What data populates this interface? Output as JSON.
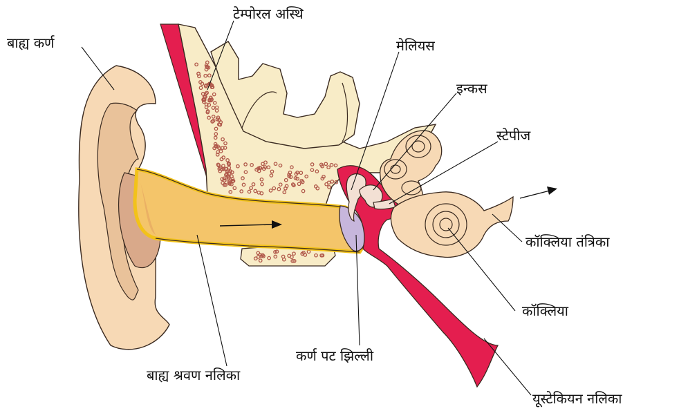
{
  "labels": {
    "outer_ear": "बाह्य कर्ण",
    "temporal_bone": "टेम्पोरल अस्थि",
    "malleus": "मेलियस",
    "incus": "इन्कस",
    "stapes": "स्टेपीज",
    "cochlear_nerve": "कॉक्लिया तंत्रिका",
    "cochlea": "कॉक्लिया",
    "eardrum": "कर्ण पट झिल्ली",
    "ear_canal": "बाह्य श्रवण नलिका",
    "eustachian_tube": "यूस्टेकियन नलिका"
  },
  "colors": {
    "skin": "#f7d9b5",
    "skin_dark": "#e2b48a",
    "bone": "#f8ecc7",
    "bone_dots": "#b0584a",
    "canal": "#f4c56a",
    "canal_border": "#f2c21a",
    "red": "#e41e4f",
    "eardrum": "#c7b6dc",
    "outline": "#3a2a20"
  },
  "icons": {
    "sound_arrow": "arrow-right-icon",
    "nerve_arrow": "arrow-right-icon"
  }
}
